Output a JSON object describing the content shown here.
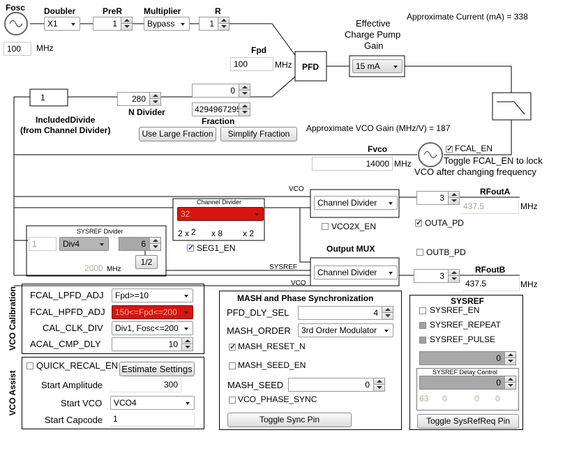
{
  "top": {
    "fosc_label": "Fosc",
    "fosc_value": "100",
    "fosc_unit": "MHz",
    "doubler_label": "Doubler",
    "doubler_value": "X1",
    "prer_label": "PreR",
    "prer_value": "1",
    "multiplier_label": "Multiplier",
    "multiplier_value": "Bypass",
    "r_label": "R",
    "r_value": "1",
    "fpd_label": "Fpd",
    "fpd_value": "100",
    "fpd_unit": "MHz",
    "pfd_label": "PFD",
    "cp_gain_label_1": "Effective",
    "cp_gain_label_2": "Charge Pump",
    "cp_gain_label_3": "Gain",
    "cp_gain_value": "15 mA",
    "current_text": "Approximate Current (mA) = 338"
  },
  "ndiv": {
    "included_value": "1",
    "included_label_1": "IncludedDivide",
    "included_label_2": "(from Channel Divider)",
    "n_value": "280",
    "n_label": "N Divider",
    "num_value": "0",
    "den_value": "4294967295",
    "fraction_label": "Fraction",
    "large_fraction_btn": "Use Large Fraction",
    "simplify_btn": "Simplify Fraction",
    "vco_gain_text": "Approximate VCO Gain (MHz/V) =  187"
  },
  "vco": {
    "fvco_label": "Fvco",
    "fvco_value": "14000",
    "fvco_unit": "MHz",
    "fcal_en_label": "FCAL_EN",
    "fcal_en_checked": true,
    "toggle_text_1": "Toggle FCAL_EN to lock",
    "toggle_text_2": "VCO after changing frequency",
    "vco_wire_label": "VCO",
    "sysref_wire_label": "SYSREF",
    "vco_wire_label_2": "VCO"
  },
  "chdiv": {
    "title": "Channel Divider",
    "value": "32",
    "seg_text_1": "2 x",
    "seg_val_1": "2",
    "seg_text_2": "x 8",
    "seg_text_3": "x 2",
    "seg1_en_label": "SEG1_EN",
    "seg1_en_checked": true
  },
  "sysref_div": {
    "title": "SYSREF Divider",
    "in_value": "1",
    "div_value": "Div4",
    "num_value": "6",
    "half_label": "1/2",
    "freq_value": "2000",
    "freq_unit": "MHz"
  },
  "outputs": {
    "muxa_value": "Channel Divider",
    "vco2x_label": "VCO2X_EN",
    "vco2x_checked": false,
    "rfouta_label": "RFoutA",
    "rfouta_pwr": "3",
    "rfouta_freq": "437.5",
    "rfouta_unit": "MHz",
    "outa_pd_label": "OUTA_PD",
    "outa_pd_checked": true,
    "outb_pd_label": "OUTB_PD",
    "outb_pd_checked": false,
    "outmux_label": "Output MUX",
    "muxb_value": "Channel Divider",
    "rfoutb_label": "RFoutB",
    "rfoutb_pwr": "3",
    "rfoutb_freq": "437.5",
    "rfoutb_unit": "MHz"
  },
  "vco_cal": {
    "section_label": "VCO Calibration",
    "rows": [
      {
        "label": "FCAL_LPFD_ADJ",
        "value": "Fpd>=10"
      },
      {
        "label": "FCAL_HPFD_ADJ",
        "value": "150<=Fpd<=200"
      },
      {
        "label": "CAL_CLK_DIV",
        "value": "Div1, Fosc<=200"
      },
      {
        "label": "ACAL_CMP_DLY",
        "value": "10"
      }
    ]
  },
  "vco_assist": {
    "section_label": "VCO Assist",
    "quick_recal_label": "QUICK_RECAL_EN",
    "quick_recal_checked": false,
    "estimate_btn": "Estimate Settings",
    "start_amp_label": "Start Amplitude",
    "start_amp_value": "300",
    "start_vco_label": "Start VCO",
    "start_vco_value": "VCO4",
    "start_cap_label": "Start Capcode",
    "start_cap_value": "1"
  },
  "mash": {
    "title": "MASH and Phase Synchronization",
    "pfd_dly_label": "PFD_DLY_SEL",
    "pfd_dly_value": "4",
    "mash_order_label": "MASH_ORDER",
    "mash_order_value": "3rd Order Modulator",
    "mash_reset_label": "MASH_RESET_N",
    "mash_reset_checked": true,
    "mash_seed_en_label": "MASH_SEED_EN",
    "mash_seed_en_checked": false,
    "mash_seed_label": "MASH_SEED",
    "mash_seed_value": "0",
    "vco_phase_sync_label": "VCO_PHASE_SYNC",
    "vco_phase_sync_checked": false,
    "toggle_sync_btn": "Toggle Sync Pin"
  },
  "sysref": {
    "title": "SYSREF",
    "sysref_en_label": "SYSREF_EN",
    "sysref_repeat_label": "SYSREF_REPEAT",
    "sysref_pulse_label": "SYSREF_PULSE",
    "pulse_count_value": "0",
    "delay_title": "SYSREF Delay Control",
    "delay_value": "0",
    "delay_readouts": [
      "63",
      "0",
      "0",
      "0"
    ],
    "toggle_btn": "Toggle SysRefReq Pin"
  }
}
